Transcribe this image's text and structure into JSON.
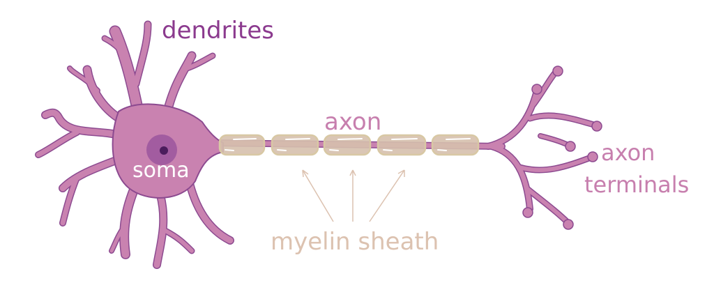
{
  "labels": {
    "dendrites": "dendrites",
    "soma": "soma",
    "axon": "axon",
    "myelin": "myelin sheath",
    "terminals_line1": "axon",
    "terminals_line2": "terminals"
  },
  "colors": {
    "cell_fill": "#c982b0",
    "cell_outline": "#8c4a90",
    "nucleus": "#a25ca0",
    "nucleolus": "#4a1c5c",
    "myelin_fill": "#d6c0ad",
    "myelin_outline": "#d8c8a4",
    "dendrites_label": "#8b3a8e",
    "axon_label": "#c77fae",
    "myelin_label": "#dcc2b0",
    "soma_label": "#ffffff"
  }
}
